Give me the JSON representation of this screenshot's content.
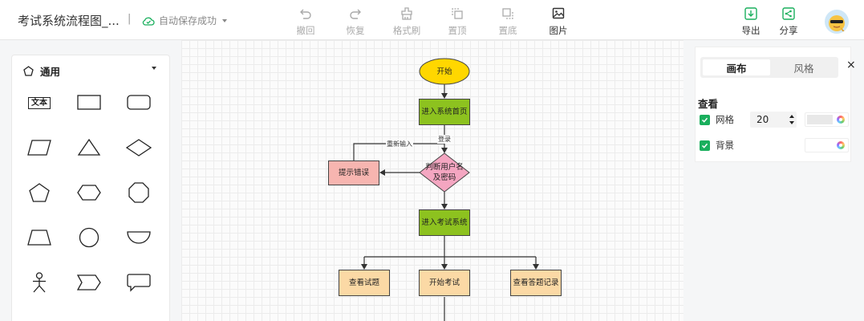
{
  "header": {
    "doc_title": "考试系统流程图_...",
    "separator": "|",
    "autosave": "自动保存成功",
    "toolbar": [
      {
        "id": "undo",
        "label": "撤回",
        "icon": "undo-icon",
        "enabled": false
      },
      {
        "id": "redo",
        "label": "恢复",
        "icon": "redo-icon",
        "enabled": false
      },
      {
        "id": "format-brush",
        "label": "格式刷",
        "icon": "format-brush-icon",
        "enabled": false
      },
      {
        "id": "bring-front",
        "label": "置顶",
        "icon": "bring-front-icon",
        "enabled": false
      },
      {
        "id": "send-back",
        "label": "置底",
        "icon": "send-back-icon",
        "enabled": false
      },
      {
        "id": "image",
        "label": "图片",
        "icon": "image-icon",
        "enabled": true
      }
    ],
    "export_label": "导出",
    "share_label": "分享",
    "accent": "#1aaf5d"
  },
  "left_panel": {
    "category": "通用",
    "text_shape_label": "文本",
    "shapes": [
      "text",
      "rectangle",
      "rounded-rectangle",
      "parallelogram",
      "triangle",
      "diamond",
      "pentagon",
      "hexagon",
      "octagon",
      "trapezoid",
      "circle",
      "semicircle",
      "actor",
      "chevron",
      "callout"
    ]
  },
  "flowchart": {
    "nodes": {
      "start": "开始",
      "home": "进入系统首页",
      "check_line1": "判断用户名",
      "check_line2": "及密码",
      "error": "提示错误",
      "exam_system": "进入考试系统",
      "view_questions": "查看试题",
      "start_exam": "开始考试",
      "view_records": "查看答题记录"
    },
    "edge_labels": {
      "login": "登录",
      "reenter": "重新输入"
    },
    "colors": {
      "start_fill": "#ffd700",
      "green_fill": "#8dc21f",
      "decision_fill": "#f4a6c1",
      "error_fill": "#f7b5b0",
      "orange_fill": "#fbd9a5"
    }
  },
  "right_panel": {
    "tabs": [
      "画布",
      "风格"
    ],
    "active_tab": "画布",
    "close": "×",
    "section": "查看",
    "grid_label": "网格",
    "grid_size": "20",
    "background_label": "背景",
    "grid_checked": true,
    "background_checked": true,
    "grid_color": "#e8e8e8",
    "background_color": "#ffffff"
  }
}
